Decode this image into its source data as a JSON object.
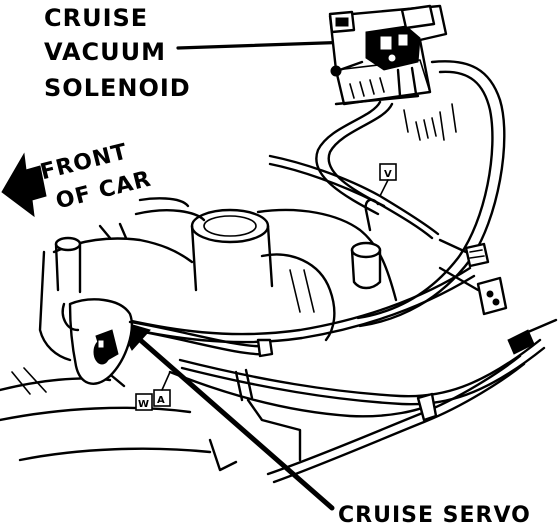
{
  "labels": {
    "solenoid_line1": "CRUISE",
    "solenoid_line2": "VACUUM",
    "solenoid_line3": "SOLENOID",
    "front_line1": "FRONT",
    "front_line2": "OF CAR",
    "servo": "CRUISE SERVO"
  },
  "callouts": {
    "tag_v": "V",
    "tag_w": "W",
    "tag_a": "A"
  },
  "icons": {
    "front_arrow": "left-arrow-icon",
    "pointer_arrow": "callout-arrow"
  },
  "colors": {
    "ink": "#000000",
    "paper": "#ffffff"
  }
}
